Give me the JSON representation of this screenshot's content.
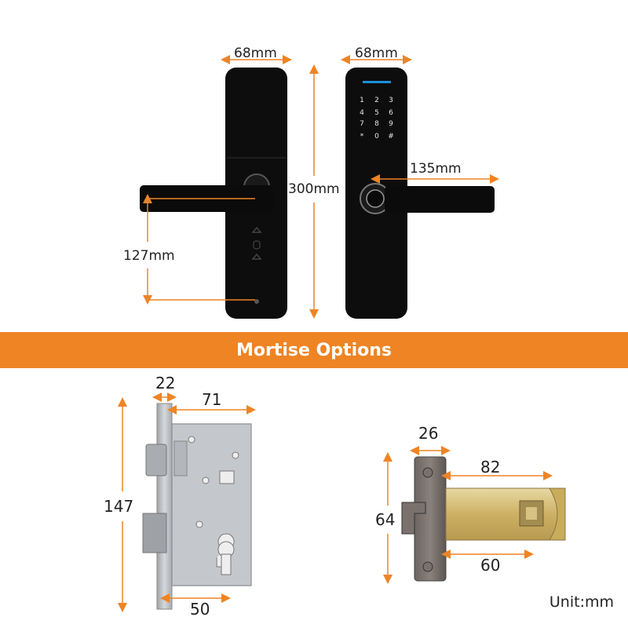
{
  "top": {
    "front_width": "68mm",
    "back_width": "68mm",
    "height": "300mm",
    "handle_length": "135mm",
    "handle_spacing": "127mm",
    "keypad_keys": [
      "1",
      "2",
      "3",
      "4",
      "5",
      "6",
      "7",
      "8",
      "9",
      "*",
      "0",
      "#"
    ]
  },
  "banner": {
    "title": "Mortise Options"
  },
  "mortise_a": {
    "faceplate": "22",
    "depth": "71",
    "height": "147",
    "backset": "50"
  },
  "mortise_b": {
    "faceplate": "26",
    "depth": "82",
    "height": "64",
    "backset": "60"
  },
  "unit": "Unit:mm",
  "colors": {
    "accent": "#ee8424",
    "lock_body": "#0c0c0c",
    "steel": "#b9bcc0",
    "brass": "#d8c07a"
  }
}
